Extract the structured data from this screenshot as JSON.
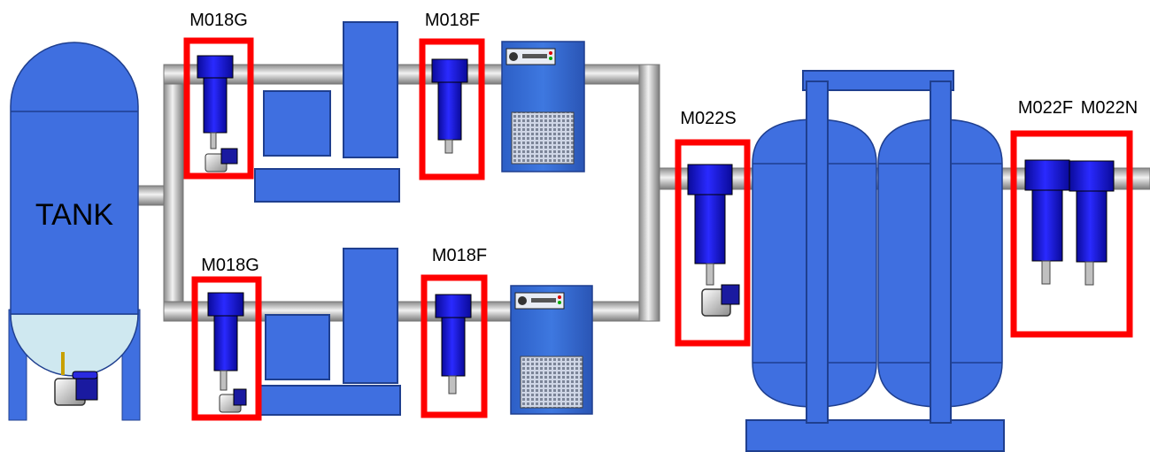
{
  "tank": {
    "label": "TANK"
  },
  "filters": {
    "top_g": "M018G",
    "top_f": "M018F",
    "bottom_g": "M018G",
    "bottom_f": "M018F",
    "s": "M022S",
    "f": "M022F",
    "n": "M022N"
  },
  "colors": {
    "equipment_blue": "#3F6FE0",
    "filter_blue": "#1212C8",
    "highlight_red": "#FF0000",
    "pipe_gray": "#BDBDBD"
  }
}
